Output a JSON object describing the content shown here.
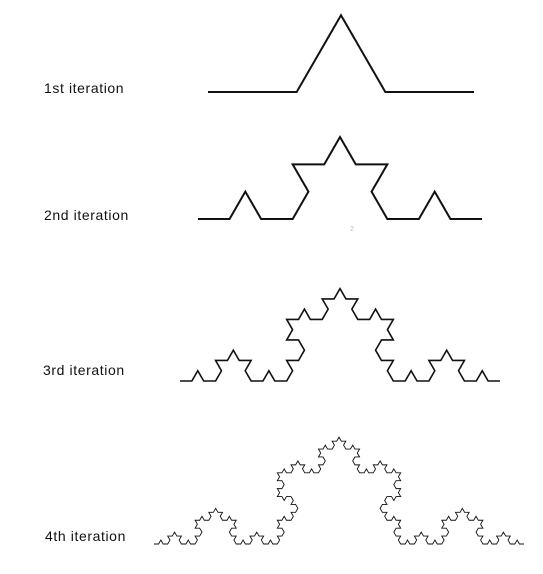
{
  "iterations": [
    {
      "label": "1st iteration",
      "depth": 1
    },
    {
      "label": "2nd iteration",
      "depth": 2
    },
    {
      "label": "3rd iteration",
      "depth": 3
    },
    {
      "label": "4th iteration",
      "depth": 4
    }
  ],
  "watermark_text": "2",
  "colors": {
    "stroke": "#111111",
    "text": "#111111",
    "background": "#ffffff"
  }
}
